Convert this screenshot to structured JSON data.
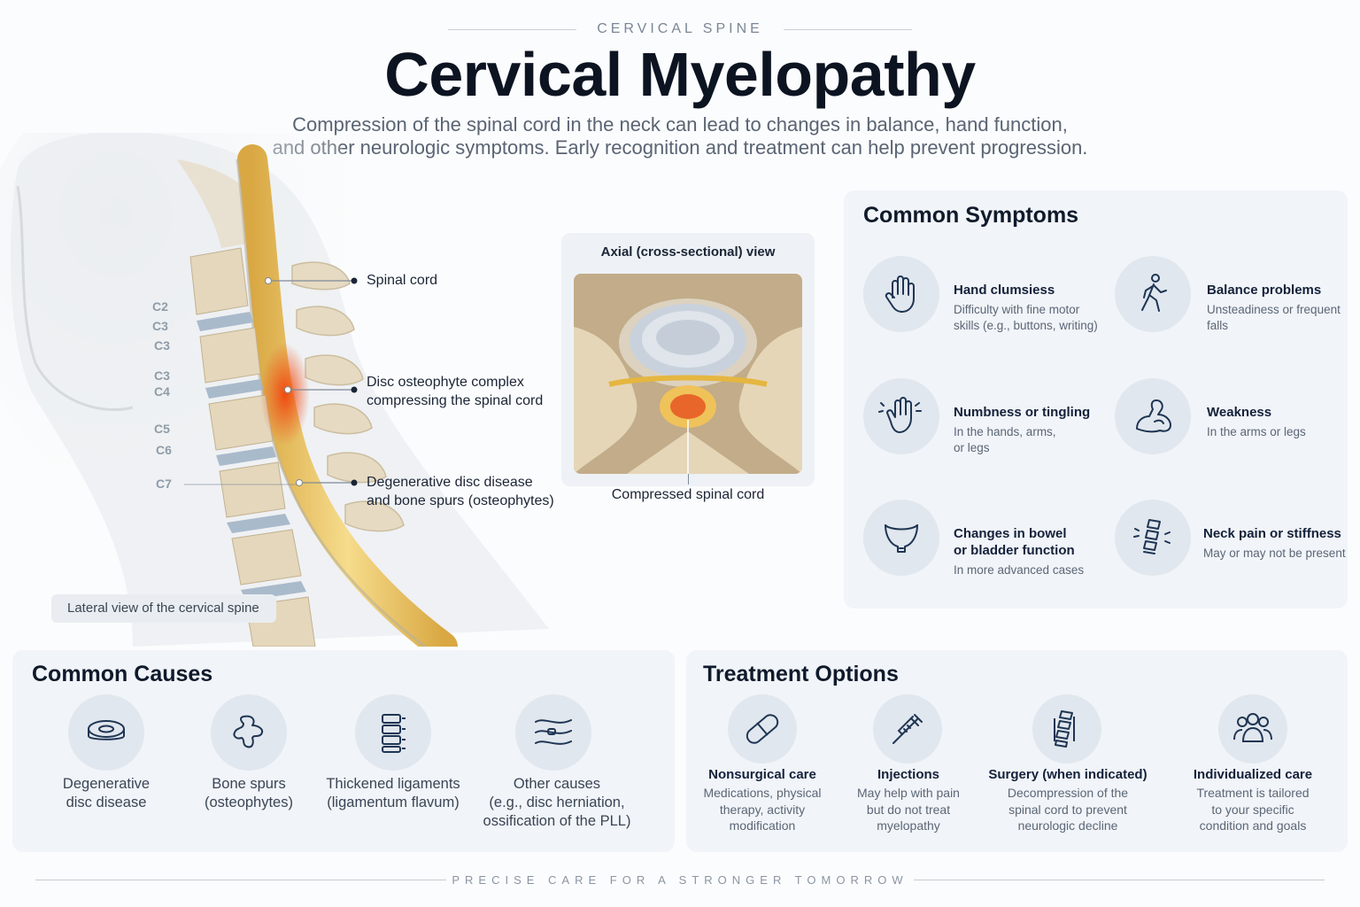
{
  "header": {
    "kicker": "CERVICAL SPINE",
    "title": "Cervical Myelopathy",
    "subtitle_line1": "Compression of the spinal cord in the neck can lead to changes in balance, hand function,",
    "subtitle_line2": "and other neurologic symptoms. Early recognition and treatment can help prevent progression."
  },
  "anatomy": {
    "labels": {
      "spinal_cord": "Spinal cord",
      "disc_line1": "Disc osteophyte complex",
      "disc_line2": "compressing the spinal cord",
      "degen_line1": "Degenerative disc disease",
      "degen_line2": "and bone spurs (osteophytes)"
    },
    "levels": [
      "C2",
      "C3",
      "C3",
      "C3",
      "C4",
      "C5",
      "C6",
      "C7"
    ],
    "lateral_caption": "Lateral view of the cervical spine"
  },
  "axial": {
    "title": "Axial (cross-sectional) view",
    "caption": "Compressed spinal cord"
  },
  "symptoms": {
    "title": "Common Symptoms",
    "items": [
      {
        "icon": "hand-icon",
        "title": "Hand clumsiess",
        "desc1": "Difficulty with fine motor",
        "desc2": "skills (e.g., buttons, writing)"
      },
      {
        "icon": "walking-person-icon",
        "title": "Balance problems",
        "desc1": "Unsteadiness or frequent",
        "desc2": "falls"
      },
      {
        "icon": "tingling-hand-icon",
        "title": "Numbness or tingling",
        "desc1": "In the hands, arms,",
        "desc2": "or legs"
      },
      {
        "icon": "flexed-arm-icon",
        "title": "Weakness",
        "desc1": "In the arms or legs",
        "desc2": ""
      },
      {
        "icon": "bladder-icon",
        "title_line1": "Changes in bowel",
        "title_line2": "or bladder function",
        "desc1": "In more advanced cases"
      },
      {
        "icon": "neck-spine-icon",
        "title": "Neck pain or stiffness",
        "desc1": "May or may not be present"
      }
    ]
  },
  "causes": {
    "title": "Common Causes",
    "items": [
      {
        "icon": "disc-icon",
        "line1": "Degenerative",
        "line2": "disc disease",
        "line3": ""
      },
      {
        "icon": "bone-spur-icon",
        "line1": "Bone spurs",
        "line2": "(osteophytes)",
        "line3": ""
      },
      {
        "icon": "ligament-icon",
        "line1": "Thickened ligaments",
        "line2": "(ligamentum flavum)",
        "line3": ""
      },
      {
        "icon": "herniation-icon",
        "line1": "Other causes",
        "line2": "(e.g., disc herniation,",
        "line3": "ossification of the PLL)"
      }
    ]
  },
  "treatment": {
    "title": "Treatment Options",
    "items": [
      {
        "icon": "pill-icon",
        "title": "Nonsurgical care",
        "d1": "Medications, physical",
        "d2": "therapy, activity",
        "d3": "modification"
      },
      {
        "icon": "syringe-icon",
        "title": "Injections",
        "d1": "May help with pain",
        "d2": "but do not treat",
        "d3": "myelopathy"
      },
      {
        "icon": "surgery-spine-icon",
        "title": "Surgery (when indicated)",
        "d1": "Decompression of the",
        "d2": "spinal cord to prevent",
        "d3": "neurologic decline"
      },
      {
        "icon": "people-icon",
        "title": "Individualized care",
        "d1": "Treatment is tailored",
        "d2": "to your specific",
        "d3": "condition and goals"
      }
    ]
  },
  "footer": {
    "tagline": "PRECISE CARE FOR A STRONGER TOMORROW"
  },
  "colors": {
    "navy": "#1e3553",
    "card_bg": "#f1f4f8",
    "icon_bg": "#e1e7ee",
    "cord": "#e9c46a",
    "compression": "#e0561f"
  }
}
